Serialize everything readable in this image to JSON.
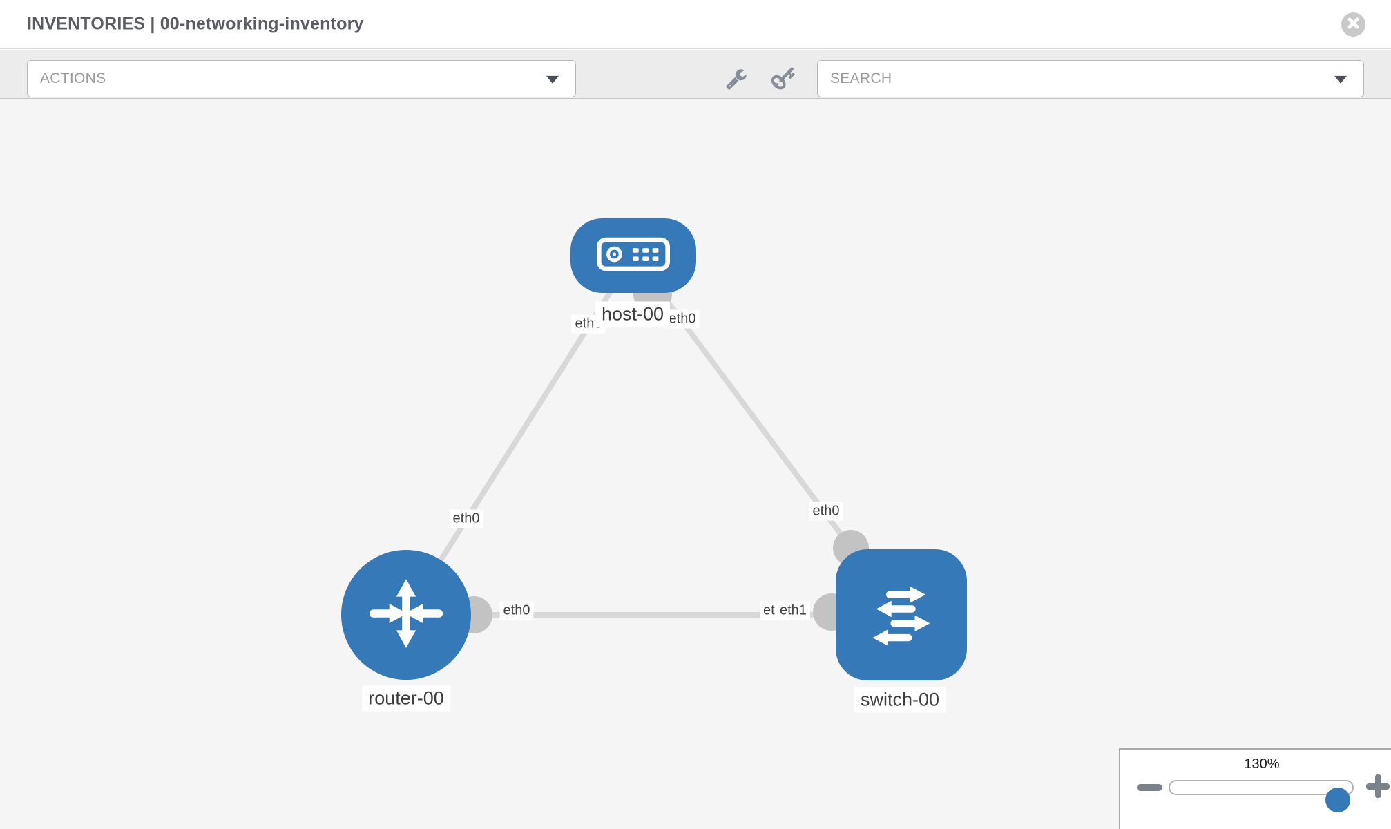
{
  "header": {
    "title": "INVENTORIES | 00-networking-inventory",
    "close_icon": "circle-x"
  },
  "toolbar": {
    "actions_label": "ACTIONS",
    "search_label": "SEARCH",
    "icons": [
      "wrench",
      "key"
    ]
  },
  "topology": {
    "nodes": [
      {
        "name": "host-00",
        "type": "host"
      },
      {
        "name": "router-00",
        "type": "router"
      },
      {
        "name": "switch-00",
        "type": "switch"
      }
    ],
    "links": [
      {
        "from": "host-00",
        "from_interface": "eth0",
        "to": "router-00",
        "to_interface": "eth0"
      },
      {
        "from": "host-00",
        "from_interface": "eth0",
        "to": "switch-00",
        "to_interface": "eth0"
      },
      {
        "from": "router-00",
        "from_interface": "eth0",
        "to": "switch-00",
        "to_interface": "eth1"
      }
    ],
    "labels": {
      "host_router_host": "eth0",
      "host_router_router": "eth0",
      "host_switch_host": "eth0",
      "host_switch_switch": "eth0",
      "router_switch_router": "eth0",
      "router_switch_switch_back": "eth0",
      "router_switch_switch_front": "eth1"
    }
  },
  "zoom_control": {
    "level": "130%",
    "minus_icon": "minus",
    "plus_icon": "plus"
  },
  "colors": {
    "node_blue": "#3579b8",
    "link_gray": "#d8d8d8",
    "bubble_gray": "#c3c3c3",
    "toolbar_icon_gray": "#878e98",
    "slider_thumb_blue": "#3579b8"
  }
}
